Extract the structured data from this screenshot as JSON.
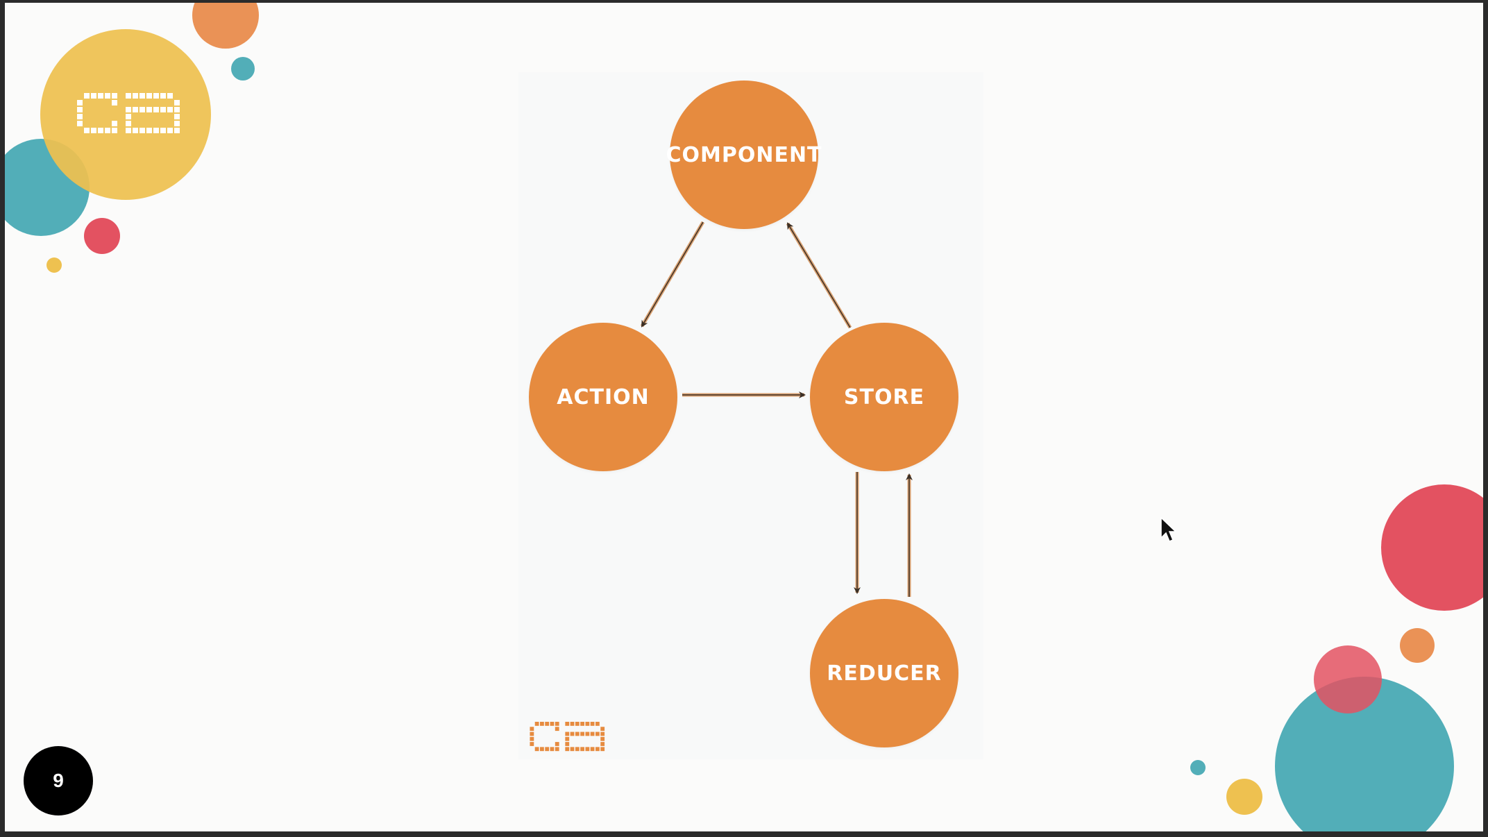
{
  "slide": {
    "page_number": "9"
  },
  "diagram": {
    "nodes": {
      "component": "COMPONENT",
      "action": "ACTION",
      "store": "STORE",
      "reducer": "REDUCER"
    },
    "edges": [
      {
        "from": "COMPONENT",
        "to": "ACTION"
      },
      {
        "from": "ACTION",
        "to": "STORE"
      },
      {
        "from": "STORE",
        "to": "COMPONENT"
      },
      {
        "from": "STORE",
        "to": "REDUCER"
      },
      {
        "from": "REDUCER",
        "to": "STORE"
      }
    ]
  },
  "colors": {
    "node_fill": "#e68b3f",
    "arrow": "#3b2f25",
    "arrow_highlight": "#d8a070",
    "slide_bg": "#fbfbfa",
    "frame": "#2b2b2b",
    "yellow": "#eec150",
    "teal": "#52aeb8",
    "red": "#e35261",
    "orange": "#ea9256"
  },
  "icons": {
    "logo": "ca-pixel-logo",
    "cursor": "mouse-pointer-icon"
  }
}
